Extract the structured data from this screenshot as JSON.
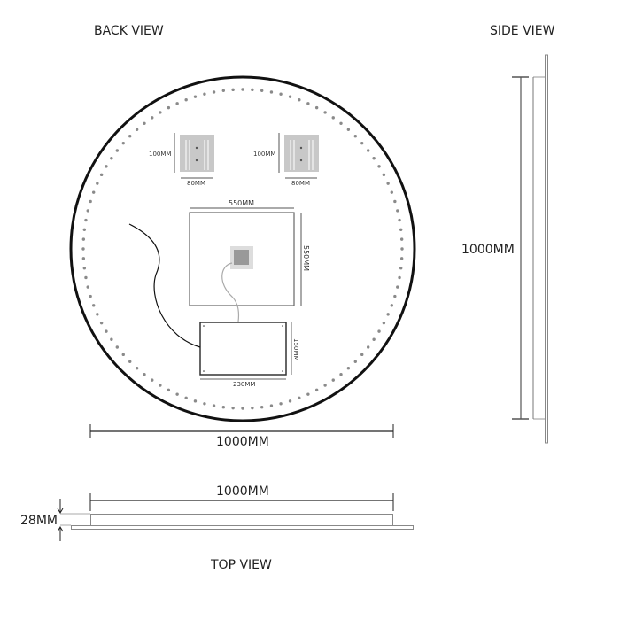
{
  "titles": {
    "back_view": "BACK VIEW",
    "side_view": "SIDE VIEW",
    "top_view": "TOP VIEW"
  },
  "back_view": {
    "diameter": "1000MM",
    "bracket_height": "100MM",
    "bracket_width": "80MM",
    "panel_width": "550MM",
    "panel_height": "550MM",
    "driver_box_height": "150MM",
    "driver_box_width": "230MM"
  },
  "side_view": {
    "height": "1000MM"
  },
  "top_view": {
    "width": "1000MM",
    "thickness": "28MM"
  },
  "colors": {
    "outline": "#111111",
    "dots": "#8a8a8a",
    "bracket": "#c8c8c8"
  }
}
